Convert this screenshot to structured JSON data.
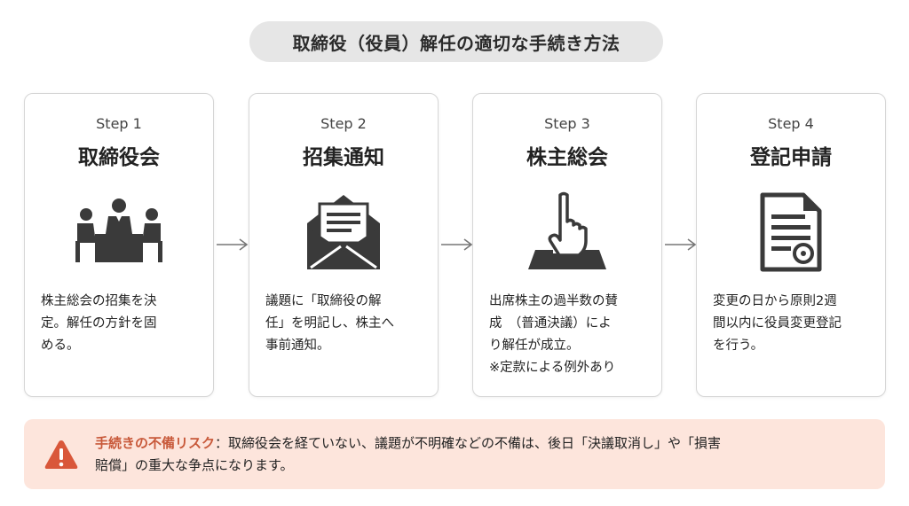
{
  "title": "取締役（役員）解任の適切な手続き方法",
  "steps": [
    {
      "step": "Step 1",
      "heading": "取締役会",
      "icon": "meeting-icon",
      "desc_lines": [
        "株主総会の招集を決",
        "定。解任の方針を固",
        "める。"
      ]
    },
    {
      "step": "Step 2",
      "heading": "招集通知",
      "icon": "envelope-letter-icon",
      "desc_lines": [
        "議題に「取締役の解",
        "任」を明記し、株主へ",
        "事前通知。"
      ]
    },
    {
      "step": "Step 3",
      "heading": "株主総会",
      "icon": "vote-hand-icon",
      "desc_lines": [
        "出席株主の過半数の賛",
        "成　（普通決議）によ",
        "り解任が成立。",
        "※定款による例外あり"
      ]
    },
    {
      "step": "Step 4",
      "heading": "登記申請",
      "icon": "document-seal-icon",
      "desc_lines": [
        "変更の日から原則2週",
        "間以内に役員変更登記",
        "を行う。"
      ]
    }
  ],
  "risk": {
    "icon": "warning-icon",
    "label": "手続きの不備リスク",
    "line1_rest": "：取締役会を経ていない、議題が不明確などの不備は、後日「決議取消し」や「損害",
    "line2": "賠償」の重大な争点になります。"
  },
  "colors": {
    "icon": "#3a3a3a",
    "risk_bg": "#fde5dc",
    "risk_label": "#c8593a",
    "warning": "#d9573a",
    "title_bg": "#e6e6e6"
  }
}
